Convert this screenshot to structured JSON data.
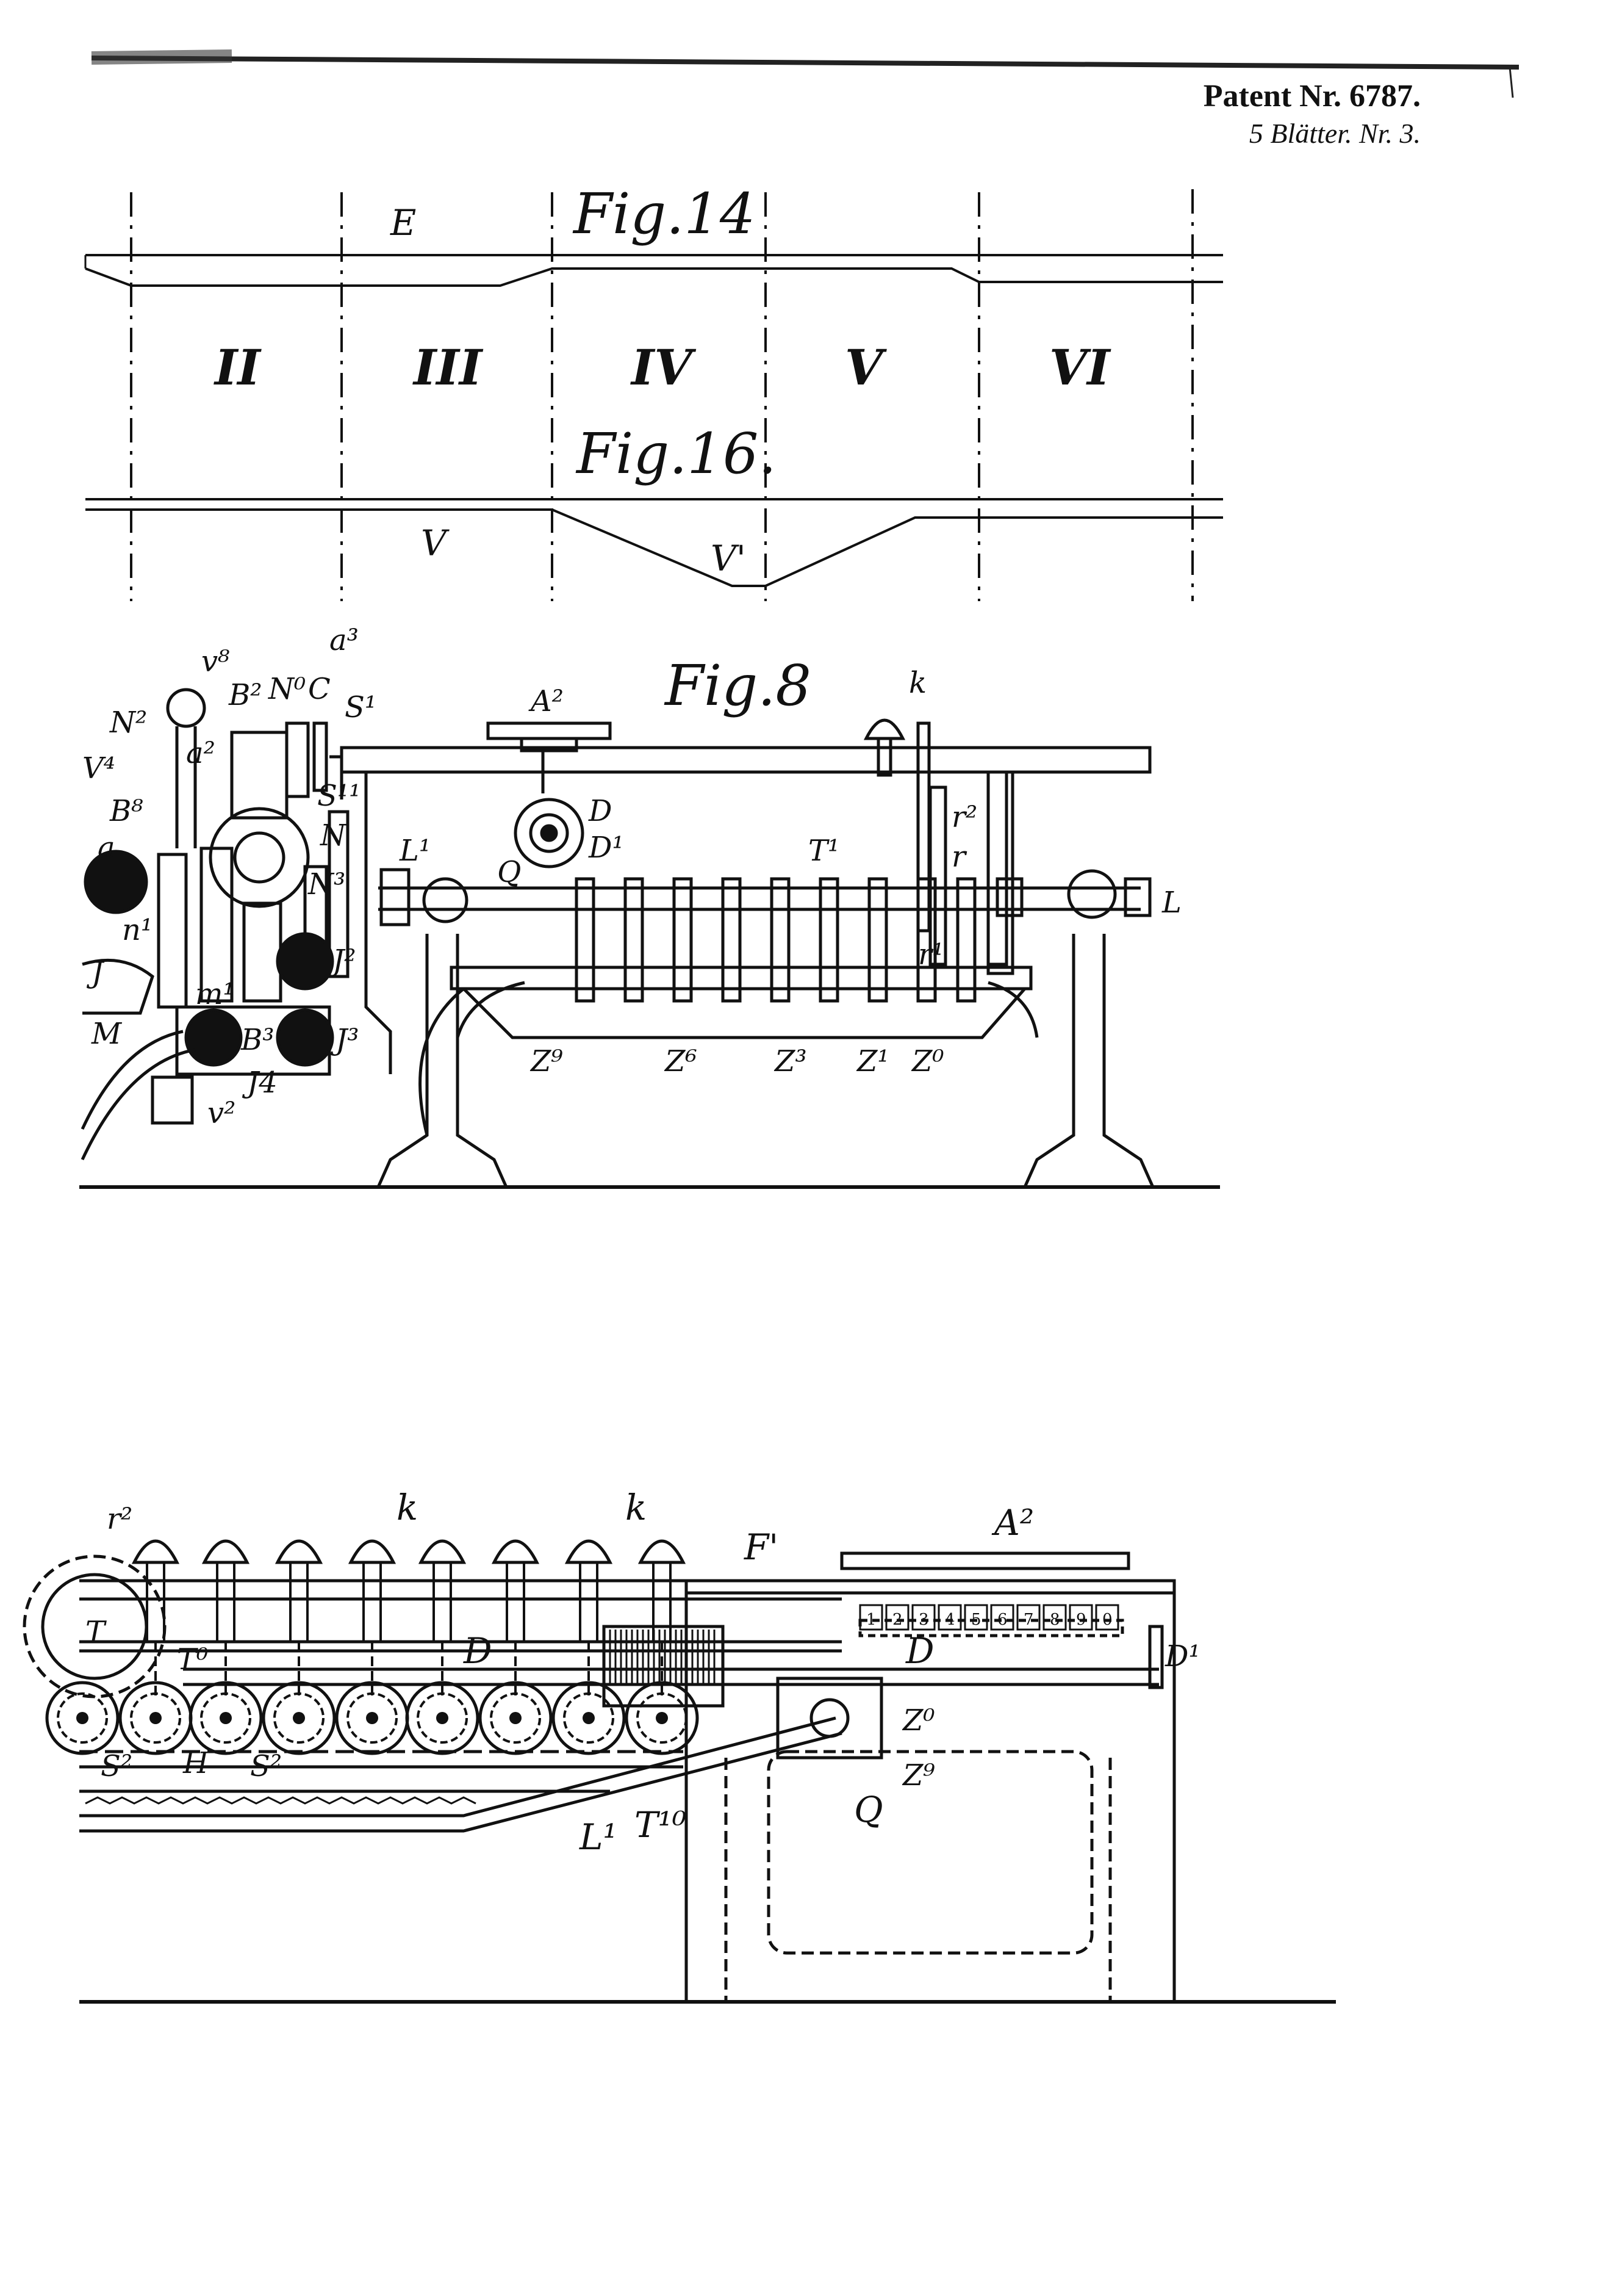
{
  "header": {
    "patent": "Patent Nr. 6787.",
    "sheets": "5 Blätter. Nr. 3."
  },
  "fig14": {
    "title": "Fig.14",
    "curve_label": "E",
    "sections": [
      "II",
      "III",
      "IV",
      "V",
      "VI"
    ]
  },
  "fig16": {
    "title": "Fig.16.",
    "labels": [
      "V",
      "V'"
    ]
  },
  "fig8": {
    "title": "Fig.8",
    "labels": [
      "a³",
      "v⁸",
      "B²",
      "N⁰",
      "C",
      "S¹",
      "N²",
      "a²",
      "V⁴",
      "B⁸",
      "a",
      "N",
      "S¹¹",
      "N³",
      "n¹",
      "J",
      "J²",
      "m¹",
      "B³",
      "J³",
      "M",
      "J4",
      "v²",
      "A²",
      "k",
      "D",
      "D¹",
      "L¹",
      "Q",
      "T¹",
      "r²",
      "r",
      "L",
      "r¹",
      "Z⁹",
      "Z⁶",
      "Z³",
      "Z¹",
      "Z⁰"
    ]
  },
  "fig_lower": {
    "labels": [
      "r²",
      "T",
      "k",
      "F'",
      "A²",
      "T⁰",
      "D",
      "D¹",
      "S²",
      "H",
      "Z⁰",
      "Z⁹",
      "L¹",
      "T¹⁰",
      "Q"
    ],
    "key_numbers": [
      "1",
      "2",
      "3",
      "4",
      "5",
      "6",
      "7",
      "8",
      "9",
      "0"
    ]
  },
  "colors": {
    "ink": "#111111",
    "paper": "#ffffff"
  }
}
